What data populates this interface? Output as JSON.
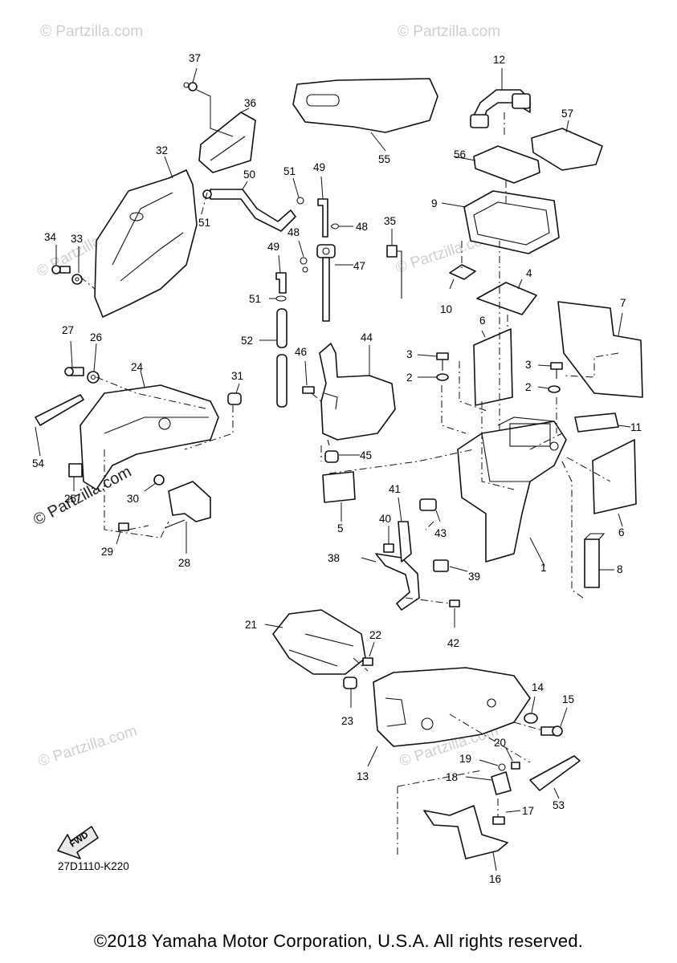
{
  "diagram_code": "27D1110-K220",
  "copyright": "©2018 Yamaha Motor Corporation, U.S.A. All rights reserved.",
  "watermark": "© Partzilla.com",
  "fwd_label": "FWD",
  "callouts": {
    "c1": "1",
    "c2a": "2",
    "c2b": "2",
    "c3a": "3",
    "c3b": "3",
    "c4": "4",
    "c5": "5",
    "c6a": "6",
    "c6b": "6",
    "c7": "7",
    "c8": "8",
    "c9": "9",
    "c10": "10",
    "c11": "11",
    "c12": "12",
    "c13": "13",
    "c14": "14",
    "c15": "15",
    "c16": "16",
    "c17": "17",
    "c18": "18",
    "c19": "19",
    "c20": "20",
    "c21": "21",
    "c22": "22",
    "c23": "23",
    "c24": "24",
    "c25": "25",
    "c26": "26",
    "c27": "27",
    "c28": "28",
    "c29": "29",
    "c30": "30",
    "c31": "31",
    "c32": "32",
    "c33": "33",
    "c34": "34",
    "c35": "35",
    "c36": "36",
    "c37": "37",
    "c38": "38",
    "c39": "39",
    "c40": "40",
    "c41": "41",
    "c42": "42",
    "c43": "43",
    "c44": "44",
    "c45": "45",
    "c46": "46",
    "c47": "47",
    "c48a": "48",
    "c48b": "48",
    "c49a": "49",
    "c49b": "49",
    "c50": "50",
    "c51a": "51",
    "c51b": "51",
    "c51c": "51",
    "c52": "52",
    "c53": "53",
    "c54": "54",
    "c55": "55",
    "c56": "56",
    "c57": "57"
  }
}
